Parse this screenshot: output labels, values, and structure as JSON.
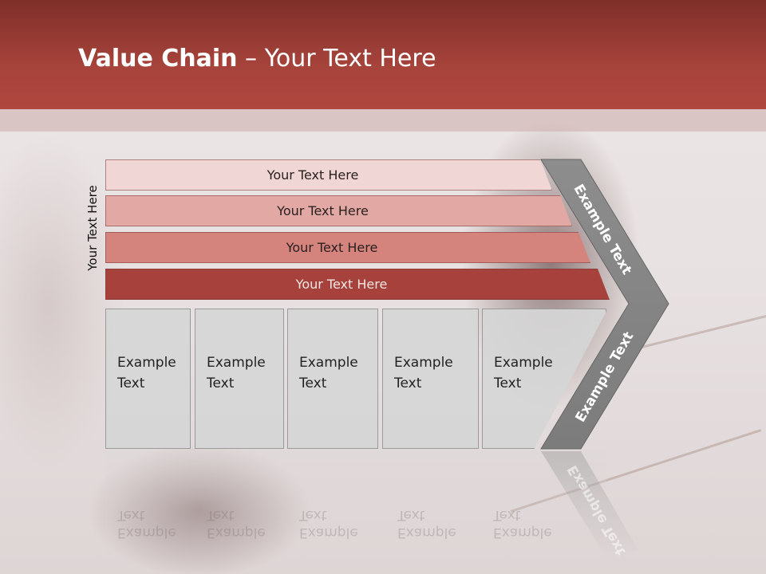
{
  "slide": {
    "title_bold": "Value Chain",
    "title_rest": " – Your Text Here"
  },
  "diagram": {
    "side_label": "Your Text Here",
    "rows": [
      "Your Text Here",
      "Your Text Here",
      "Your Text Here",
      "Your Text Here"
    ],
    "boxes": [
      {
        "line1": "Example",
        "line2": "Text"
      },
      {
        "line1": "Example",
        "line2": "Text"
      },
      {
        "line1": "Example",
        "line2": "Text"
      },
      {
        "line1": "Example",
        "line2": "Text"
      },
      {
        "line1": "Example",
        "line2": "Text"
      }
    ],
    "chevron_upper_label": "Example Text",
    "chevron_lower_label": "Example Text"
  },
  "colors": {
    "header": "#a6433b",
    "row1": "#f0d6d4",
    "row2": "#e2a9a4",
    "row3": "#d5847d",
    "row4": "#a6423b",
    "chevron": "#8a8a8a",
    "box": "#d6d6d6"
  }
}
